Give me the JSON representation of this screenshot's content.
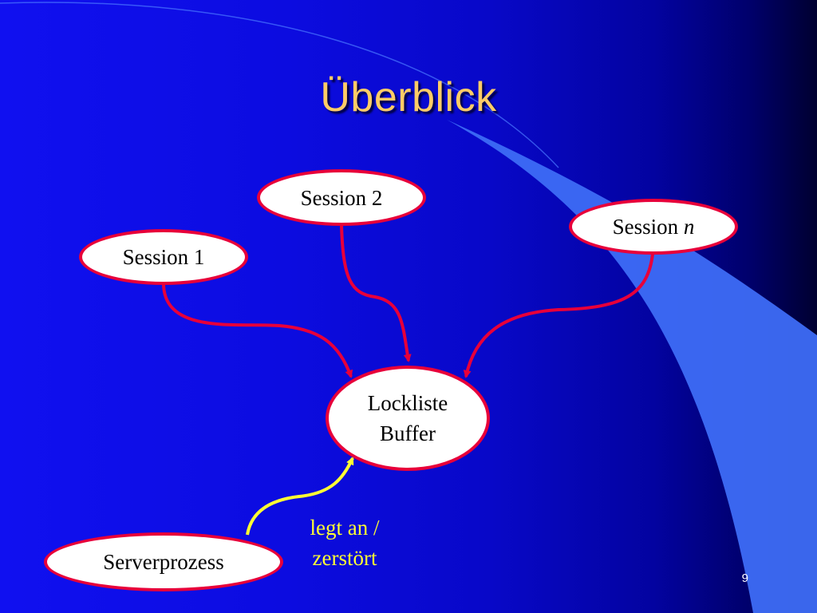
{
  "slide": {
    "title": "Überblick",
    "page_number": "9"
  },
  "nodes": {
    "session1": "Session 1",
    "session2": "Session 2",
    "session_n_prefix": "Session",
    "session_n_var": "n",
    "lockliste_line1": "Lockliste",
    "lockliste_line2": "Buffer",
    "serverprozess": "Serverprozess"
  },
  "annotation": {
    "line1": "legt an /",
    "line2": "zerstört"
  },
  "colors": {
    "background_left": "#1010f0",
    "background_right": "#000030",
    "title": "#ffcc66",
    "node_fill": "#ffffff",
    "node_border": "#e8003a",
    "session_arrows": "#e8003a",
    "server_arrow": "#ffff33",
    "annotation_text": "#ffff33",
    "decor_band": "#3d6cf5"
  }
}
